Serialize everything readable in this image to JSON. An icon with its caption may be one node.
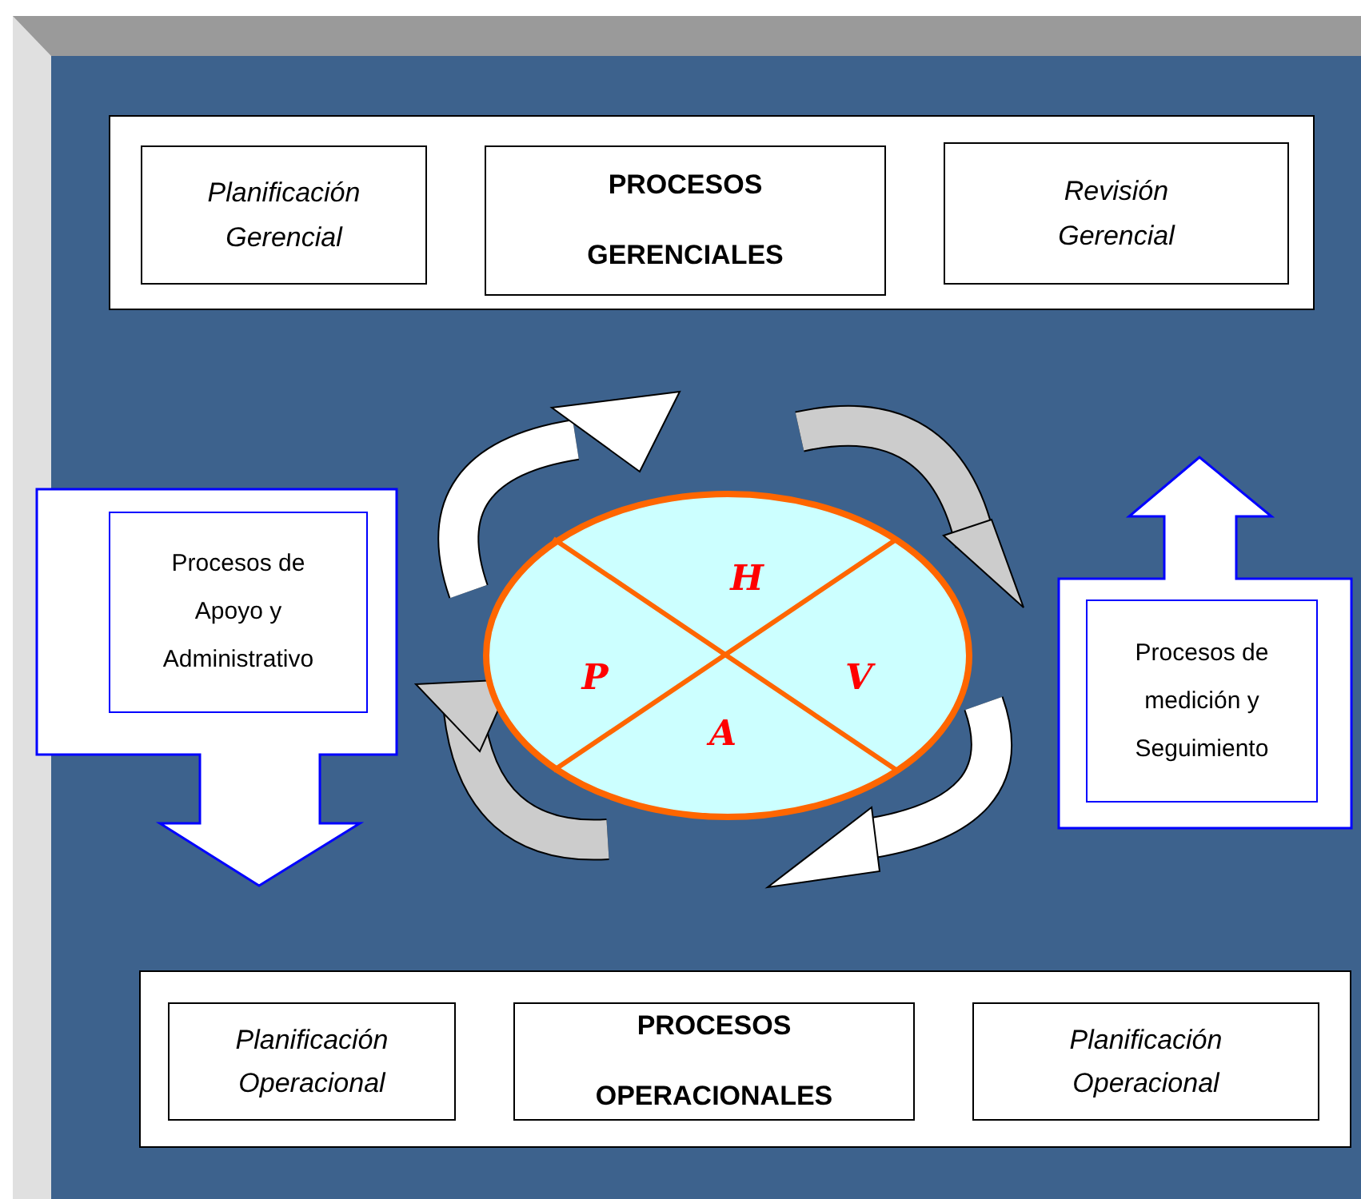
{
  "diagram": {
    "nodes": [
      {
        "text": [],
        "shape": "box"
      },
      {
        "text": [
          "Planificación Gerencial"
        ],
        "in": 0
      },
      {
        "text": [
          "PROCESOS GERENCIALES"
        ],
        "in": 0
      },
      {
        "text": [
          "Revisión Gerencial"
        ],
        "in": 0
      },
      {
        "text": [
          "Procesos de Apoyo y Administrativo"
        ]
      },
      {
        "text": [
          "H",
          "P",
          "V",
          "A"
        ]
      },
      {
        "text": [
          "Procesos de medición y Seguimiento"
        ]
      },
      {
        "text": [],
        "shape": "box"
      },
      {
        "text": [
          "Planificación Operacional"
        ],
        "in": 7
      },
      {
        "text": [
          "PROCESOS OPERACIONALES"
        ],
        "in": 7
      },
      {
        "text": [
          "Planificación Operacional"
        ],
        "in": 7
      }
    ]
  }
}
